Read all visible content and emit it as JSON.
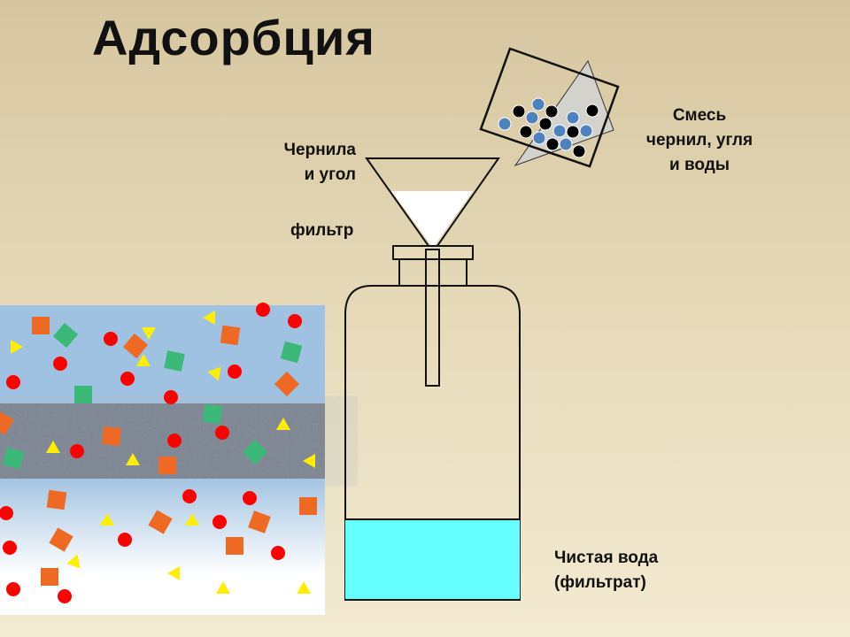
{
  "title": "Адсорбция",
  "labels": {
    "ink_and_coal": [
      "Чернила",
      "и угол"
    ],
    "filter": "фильтр",
    "mixture": [
      "Смесь",
      "чернил, угля",
      "и воды"
    ],
    "clean_water": [
      "Чистая вода",
      "(фильтрат)"
    ]
  },
  "colors": {
    "water": "#66ffff",
    "blue_particle": "#4f81bd",
    "red": "#ff0000",
    "orange": "#ee6a24",
    "green": "#3cb878",
    "yellow": "#ffee00"
  }
}
